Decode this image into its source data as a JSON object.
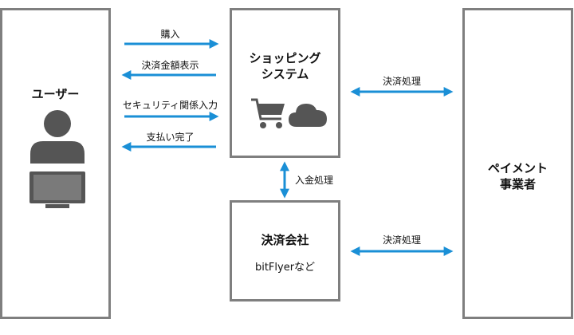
{
  "nodes": {
    "user": {
      "label": "ユーザー"
    },
    "shop": {
      "line1": "ショッピング",
      "line2": "システム"
    },
    "payment_company": {
      "label": "決済会社",
      "example": "bitFlyerなど"
    },
    "payment_provider": {
      "line1": "ペイメント",
      "line2": "事業者"
    }
  },
  "edges": {
    "purchase": "購入",
    "payment_amount_display": "決済金額表示",
    "security_input": "セキュリティ関係入力",
    "payment_complete": "支払い完了",
    "deposit_processing": "入金処理",
    "settlement_shop_provider": "決済処理",
    "settlement_company_provider": "決済処理"
  },
  "icons": [
    "person-icon",
    "monitor-icon",
    "shopping-cart-icon",
    "cloud-icon"
  ],
  "colors": {
    "arrow": "#1a8fd6",
    "border": "#7f7f7f",
    "icon": "#555555"
  }
}
